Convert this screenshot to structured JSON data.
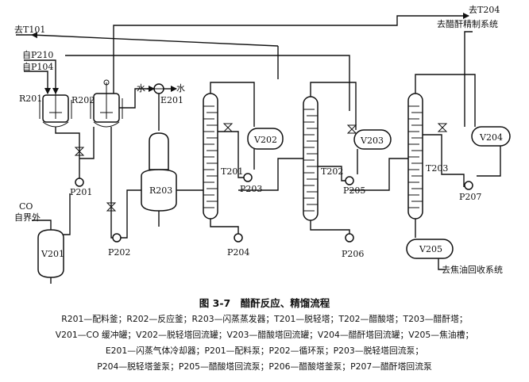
{
  "labels": {
    "to_t204": "去T204",
    "to_refining": "去醋酐精制系统",
    "to_t101": "去T101",
    "from_p210": "自P210",
    "from_p104": "自P104",
    "r201": "R201",
    "r202": "R202",
    "water_in": "水",
    "water_out": "水",
    "e201": "E201",
    "v202": "V202",
    "v203": "V203",
    "v204": "V204",
    "t201": "T201",
    "t202": "T202",
    "t203": "T203",
    "r203": "R203",
    "p201": "P201",
    "p202": "P202",
    "p203": "P203",
    "p204": "P204",
    "p205": "P205",
    "p206": "P206",
    "p207": "P207",
    "co": "CO",
    "from_boundary": "自界外",
    "v201": "V201",
    "v205": "V205",
    "to_tar": "去焦油回收系统"
  },
  "caption": "图 3-7　醋酐反应、精馏流程",
  "legend": [
    "R201—配料釜；R202—反应釜；R203—闪蒸蒸发器；T201—脱轻塔；T202—醋酸塔；T203—醋酐塔；",
    "V201—CO 缓冲罐；V202—脱轻塔回流罐；V203—醋酸塔回流罐；V204—醋酐塔回流罐；V205—焦油槽；",
    "E201—闪蒸气体冷却器；P201—配料泵；P202—循环泵；P203—脱轻塔回流泵；",
    "P204—脱轻塔釜泵；P205—醋酸塔回流泵；P206—醋酸塔釜泵；P207—醋酐塔回流泵"
  ]
}
